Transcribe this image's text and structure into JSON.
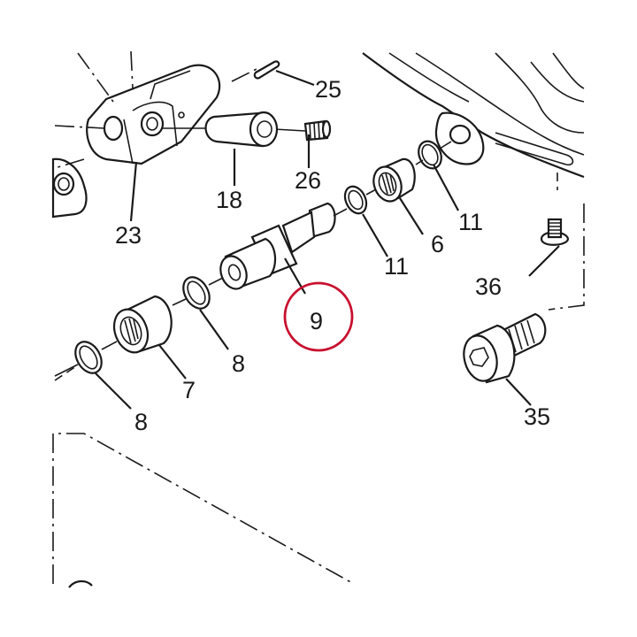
{
  "labels": {
    "l25": "25",
    "l26": "26",
    "l18": "18",
    "l23": "23",
    "l11a": "11",
    "l11b": "11",
    "l6": "6",
    "l36": "36",
    "l9": "9",
    "l8a": "8",
    "l8b": "8",
    "l7": "7",
    "l35": "35"
  },
  "colors": {
    "line": "#1a1a1a",
    "highlight": "#c8102e",
    "background": "#ffffff"
  }
}
